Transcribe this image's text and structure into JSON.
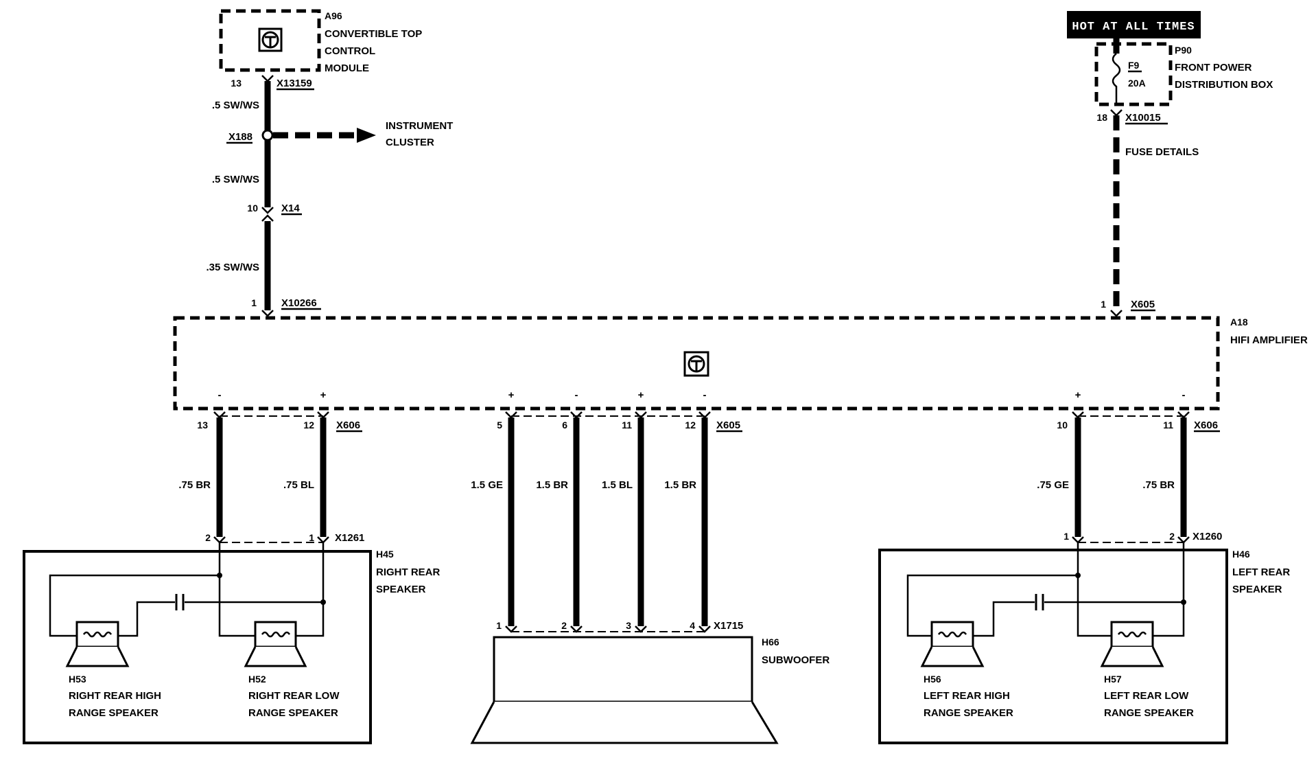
{
  "top_module": {
    "id": "A96",
    "name_lines": [
      "CONVERTIBLE TOP",
      "CONTROL",
      "MODULE"
    ],
    "pin": "13",
    "connector": "X13159"
  },
  "top_wiring": {
    "wire1": ".5 SW/WS",
    "splice": "X188",
    "cluster_lines": [
      "INSTRUMENT",
      "CLUSTER"
    ],
    "wire2": ".5 SW/WS",
    "pin2": "10",
    "connector2": "X14",
    "wire3": ".35 SW/WS",
    "pin3": "1",
    "connector3": "X10266"
  },
  "power": {
    "hot_label": "HOT AT ALL TIMES",
    "box_id": "P90",
    "box_name_lines": [
      "FRONT POWER",
      "DISTRIBUTION BOX"
    ],
    "fuse": "F9",
    "fuse_rating": "20A",
    "pin": "18",
    "connector": "X10015",
    "details": "FUSE DETAILS",
    "amp_pin": "1",
    "amp_connector": "X605"
  },
  "amplifier": {
    "id": "A18",
    "name": "HIFI AMPLIFIER"
  },
  "right_rear": {
    "pol_minus": "-",
    "pol_plus": "+",
    "pin_a": "13",
    "pin_b": "12",
    "amp_connector": "X606",
    "wire_a": ".75 BR",
    "wire_b": ".75 BL",
    "spk_pin_a": "2",
    "spk_pin_b": "1",
    "spk_connector": "X1261",
    "id": "H45",
    "name_lines": [
      "RIGHT REAR",
      "SPEAKER"
    ],
    "high_id": "H53",
    "high_lines": [
      "RIGHT REAR HIGH",
      "RANGE SPEAKER"
    ],
    "low_id": "H52",
    "low_lines": [
      "RIGHT REAR LOW",
      "RANGE SPEAKER"
    ]
  },
  "subwoofer": {
    "polarities": [
      "+",
      "-",
      "+",
      "-"
    ],
    "amp_pins": [
      "5",
      "6",
      "11",
      "12"
    ],
    "amp_connector": "X605",
    "wires": [
      "1.5 GE",
      "1.5 BR",
      "1.5 BL",
      "1.5 BR"
    ],
    "spk_pins": [
      "1",
      "2",
      "3",
      "4"
    ],
    "spk_connector": "X1715",
    "id": "H66",
    "name": "SUBWOOFER"
  },
  "left_rear": {
    "pol_plus": "+",
    "pol_minus": "-",
    "pin_a": "10",
    "pin_b": "11",
    "amp_connector": "X606",
    "wire_a": ".75 GE",
    "wire_b": ".75 BR",
    "spk_pin_a": "1",
    "spk_pin_b": "2",
    "spk_connector": "X1260",
    "id": "H46",
    "name_lines": [
      "LEFT REAR",
      "SPEAKER"
    ],
    "high_id": "H56",
    "high_lines": [
      "LEFT REAR HIGH",
      "RANGE SPEAKER"
    ],
    "low_id": "H57",
    "low_lines": [
      "LEFT REAR LOW",
      "RANGE SPEAKER"
    ]
  }
}
